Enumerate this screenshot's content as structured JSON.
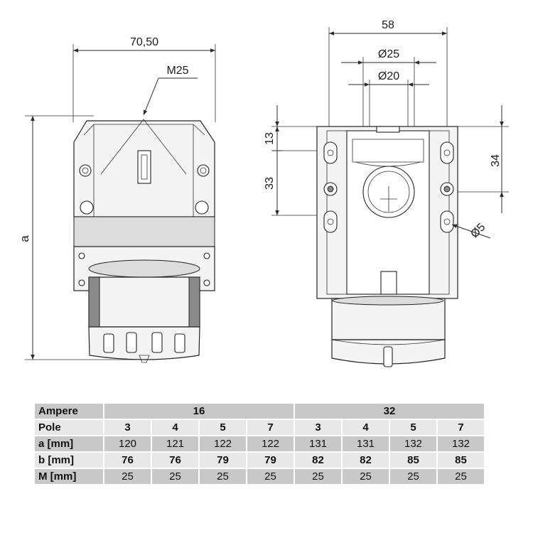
{
  "drawing": {
    "dim_width_left": "70,50",
    "dim_thread": "M25",
    "dim_height": "a",
    "dim_width_right": "58",
    "dim_dia_outer": "Ø25",
    "dim_dia_inner": "Ø20",
    "dim_13": "13",
    "dim_33": "33",
    "dim_34": "34",
    "dim_hole": "Ø5"
  },
  "table": {
    "rows": [
      {
        "label": "Ampere",
        "groups": [
          "16",
          "32"
        ]
      },
      {
        "label": "Pole",
        "values": [
          "3",
          "4",
          "5",
          "7",
          "3",
          "4",
          "5",
          "7"
        ]
      },
      {
        "label": "a [mm]",
        "values": [
          "120",
          "121",
          "122",
          "122",
          "131",
          "131",
          "132",
          "132"
        ]
      },
      {
        "label": "b [mm]",
        "values": [
          "76",
          "76",
          "79",
          "79",
          "82",
          "82",
          "85",
          "85"
        ]
      },
      {
        "label": "M [mm]",
        "values": [
          "25",
          "25",
          "25",
          "25",
          "25",
          "25",
          "25",
          "25"
        ]
      }
    ]
  }
}
